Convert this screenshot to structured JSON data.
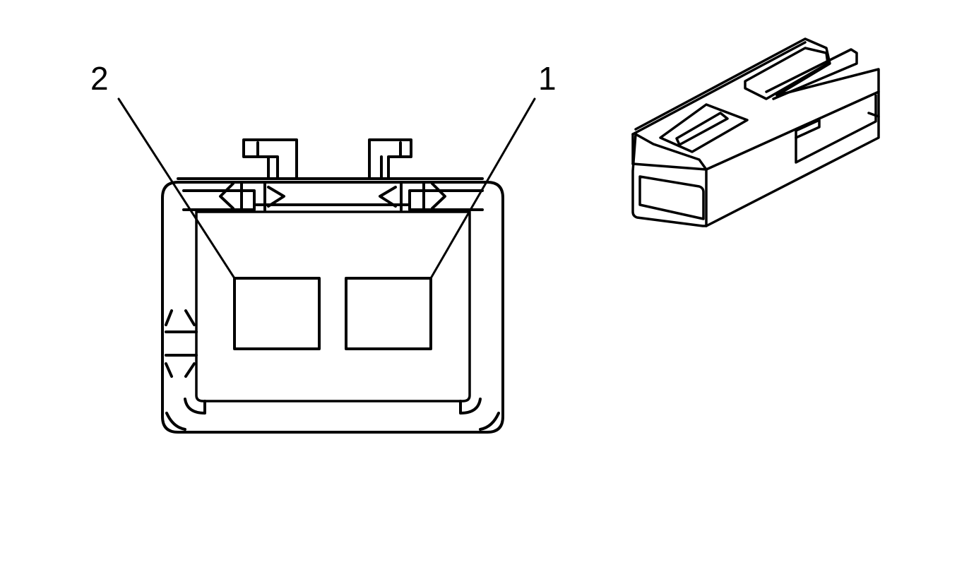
{
  "diagram": {
    "type": "connector-face-view",
    "callouts": [
      {
        "id": "2",
        "label": "2",
        "target": "terminal-cavity-2"
      },
      {
        "id": "1",
        "label": "1",
        "target": "terminal-cavity-1"
      }
    ],
    "views": [
      {
        "name": "connector-end-view",
        "description": "2-way connector face view with terminal cavities 1 and 2"
      },
      {
        "name": "connector-isometric-view",
        "description": "isometric view of connector housing"
      }
    ],
    "colors": {
      "line": "#000000",
      "background": "#ffffff"
    }
  }
}
